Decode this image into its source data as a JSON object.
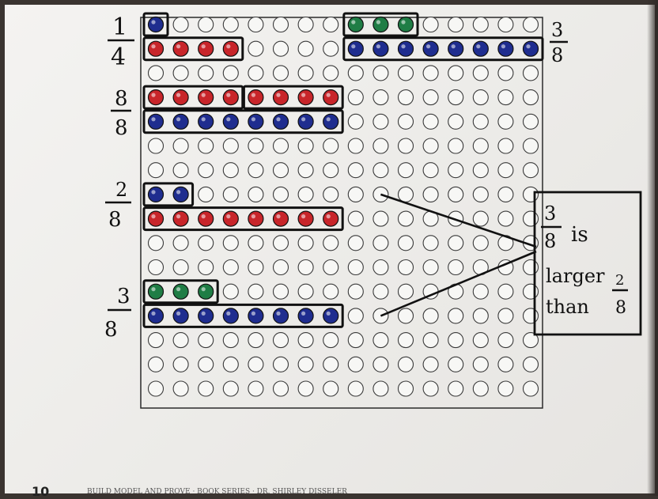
{
  "board": {
    "rows": 16,
    "cols": 16,
    "colors": {
      "blue": "#1f2d8f",
      "red": "#c8252a",
      "green": "#1f7d45",
      "empty_stroke": "#3a3a3a"
    }
  },
  "fraction_pairs": [
    {
      "left": {
        "num": "1",
        "den": "4"
      },
      "right": {
        "num": "3",
        "den": "8"
      }
    },
    {
      "left": {
        "num": "8",
        "den": "8"
      }
    },
    {
      "left": {
        "num": "2",
        "den": "8"
      }
    },
    {
      "left": {
        "num": "3",
        "den": "8"
      }
    }
  ],
  "callout": {
    "num": "3",
    "den": "8",
    "word_is": "is",
    "word_larger": "larger",
    "word_than": "than",
    "small_num": "2",
    "small_den": "8"
  },
  "footer": {
    "page": "10",
    "text": "BUILD MODEL AND PROVE · BOOK SERIES · DR. SHIRLEY DISSELER"
  }
}
